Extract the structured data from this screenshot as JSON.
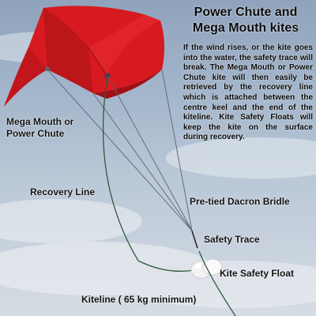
{
  "title_lines": [
    "Power Chute and",
    "Mega Mouth kites"
  ],
  "description": "If the wind rises, or the kite goes into the water, the safety trace will break. The Mega Mouth or Power Chute kite will then easily be retrieved by the recovery line which is attached between the centre keel and the end of the kiteline. Kite Safety Floats will keep the kite on the surface during recovery.",
  "labels": {
    "mega_mouth_lines": [
      "Mega Mouth or",
      "Power Chute"
    ],
    "recovery_line": "Recovery Line",
    "bridle": "Pre-tied Dacron Bridle",
    "safety_trace": "Safety Trace",
    "safety_float": "Kite Safety Float",
    "kiteline": "Kiteline ( 65 kg minimum)"
  },
  "colors": {
    "kite_red": "#d61a1f",
    "kite_shadow": "#a01015",
    "line_green": "#2f5a3e",
    "bridle_gray": "#5a6470",
    "float_white": "#f4f4f4"
  }
}
